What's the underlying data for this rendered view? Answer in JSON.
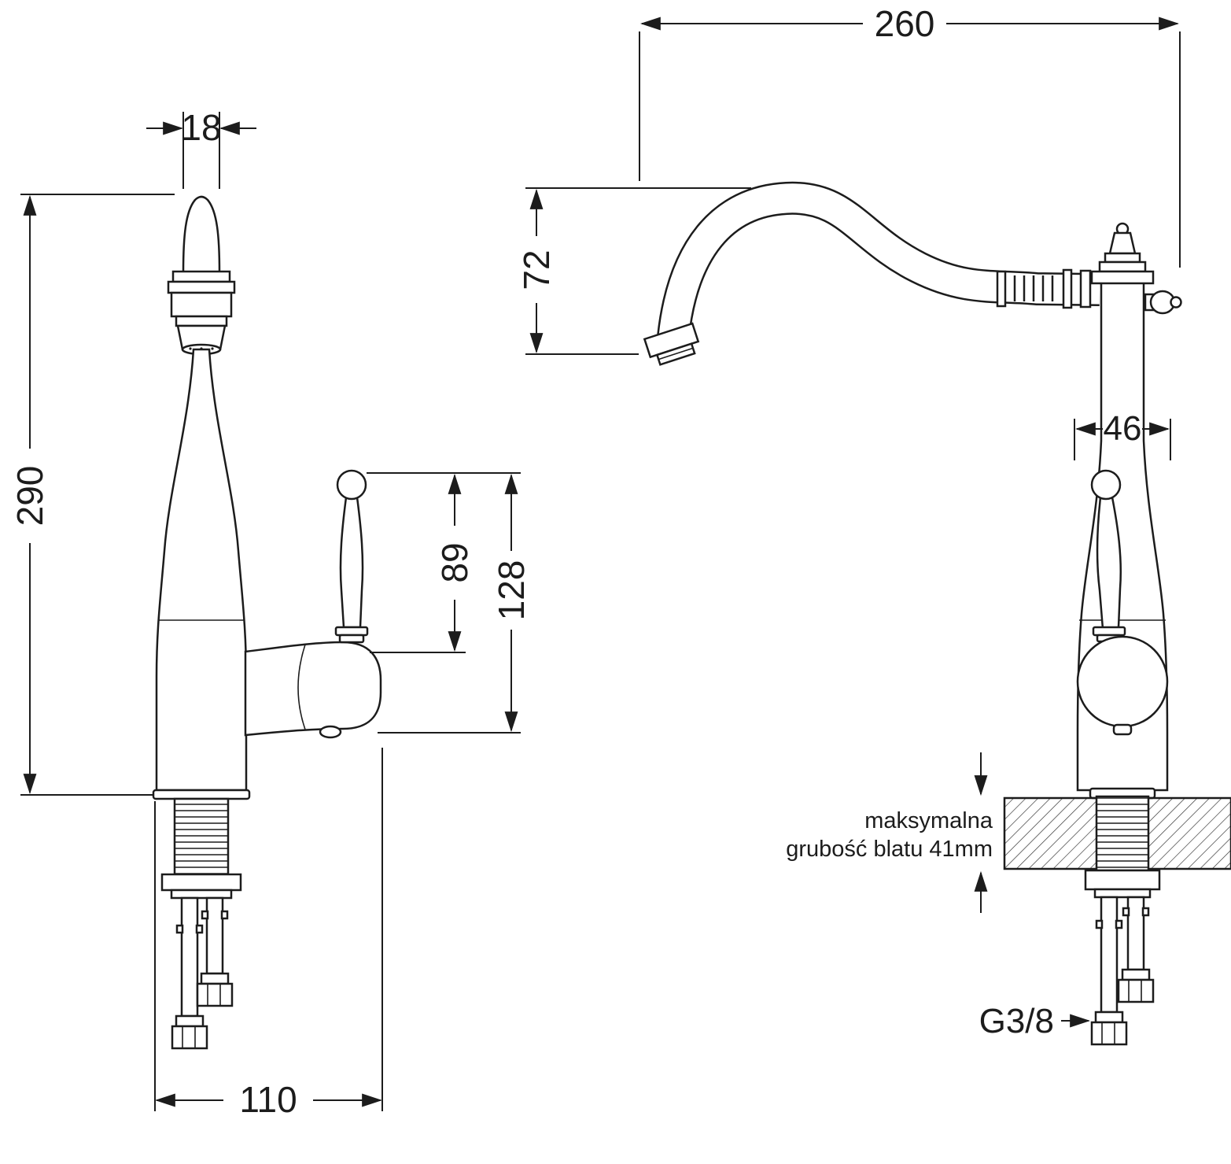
{
  "drawing": {
    "subject": "kitchen faucet technical dimension drawing",
    "front_view": {
      "dim_spout_width": "18",
      "dim_height": "290",
      "dim_handle_height": "89",
      "dim_handle_total": "128",
      "dim_base_depth": "110"
    },
    "side_view": {
      "dim_reach": "260",
      "dim_drop": "72",
      "dim_width": "46",
      "note_line1": "maksymalna",
      "note_line2": "grubość blatu 41mm",
      "thread_label": "G3/8"
    }
  }
}
